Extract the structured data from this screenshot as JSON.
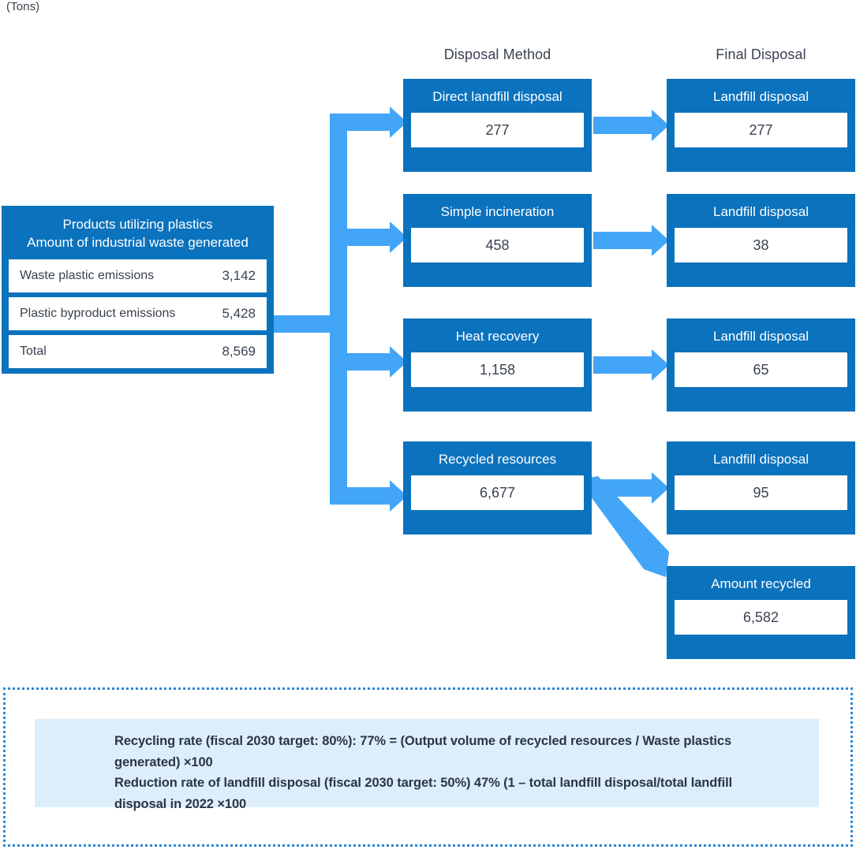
{
  "unit_label": "(Tons)",
  "colors": {
    "card_blue": "#0b72bd",
    "arrow_blue": "#42a5f7",
    "note_bg": "#ddeefb",
    "note_border": "#2e86d4",
    "text_dark": "#3a4250"
  },
  "headers": {
    "disposal_method": "Disposal Method",
    "final_disposal": "Final Disposal"
  },
  "source": {
    "title_line1": "Products utilizing plastics",
    "title_line2": "Amount of industrial waste generated",
    "rows": [
      {
        "label": "Waste plastic emissions",
        "value": "3,142"
      },
      {
        "label": "Plastic byproduct emissions",
        "value": "5,428"
      },
      {
        "label": "Total",
        "value": "8,569"
      }
    ]
  },
  "disposal_methods": [
    {
      "title": "Direct landfill disposal",
      "value": "277"
    },
    {
      "title": "Simple incineration",
      "value": "458"
    },
    {
      "title": "Heat recovery",
      "value": "1,158"
    },
    {
      "title": "Recycled resources",
      "value": "6,677"
    }
  ],
  "final_disposal": [
    {
      "title": "Landfill disposal",
      "value": "277"
    },
    {
      "title": "Landfill disposal",
      "value": "38"
    },
    {
      "title": "Landfill disposal",
      "value": "65"
    },
    {
      "title": "Landfill disposal",
      "value": "95"
    },
    {
      "title": "Amount recycled",
      "value": "6,582"
    }
  ],
  "footnote": {
    "line1": "Recycling rate (fiscal 2030 target: 80%): 77% = (Output volume of recycled resources / Waste plastics generated) ×100",
    "line2": "Reduction rate of landfill disposal (fiscal 2030 target: 50%) 47% (1 – total landfill disposal/total landfill disposal in 2022 ×100"
  },
  "chart_data": {
    "type": "diagram",
    "title": "Plastic waste material flow",
    "unit": "Tons",
    "nodes": [
      {
        "id": "source",
        "label": "Products utilizing plastics / Amount of industrial waste generated",
        "total": 8569,
        "breakdown": [
          {
            "label": "Waste plastic emissions",
            "value": 3142
          },
          {
            "label": "Plastic byproduct emissions",
            "value": 5428
          }
        ]
      },
      {
        "id": "direct-landfill",
        "label": "Direct landfill disposal",
        "value": 277
      },
      {
        "id": "simple-incineration",
        "label": "Simple incineration",
        "value": 458
      },
      {
        "id": "heat-recovery",
        "label": "Heat recovery",
        "value": 1158
      },
      {
        "id": "recycled-resources",
        "label": "Recycled resources",
        "value": 6677
      },
      {
        "id": "landfill-1",
        "label": "Landfill disposal",
        "value": 277
      },
      {
        "id": "landfill-2",
        "label": "Landfill disposal",
        "value": 38
      },
      {
        "id": "landfill-3",
        "label": "Landfill disposal",
        "value": 65
      },
      {
        "id": "landfill-4",
        "label": "Landfill disposal",
        "value": 95
      },
      {
        "id": "amount-recycled",
        "label": "Amount recycled",
        "value": 6582
      }
    ],
    "links": [
      {
        "from": "source",
        "to": "direct-landfill"
      },
      {
        "from": "source",
        "to": "simple-incineration"
      },
      {
        "from": "source",
        "to": "heat-recovery"
      },
      {
        "from": "source",
        "to": "recycled-resources"
      },
      {
        "from": "direct-landfill",
        "to": "landfill-1"
      },
      {
        "from": "simple-incineration",
        "to": "landfill-2"
      },
      {
        "from": "heat-recovery",
        "to": "landfill-3"
      },
      {
        "from": "recycled-resources",
        "to": "landfill-4"
      },
      {
        "from": "recycled-resources",
        "to": "amount-recycled"
      }
    ],
    "metrics": [
      {
        "name": "Recycling rate",
        "target_fiscal_2030": "80%",
        "actual": "77%"
      },
      {
        "name": "Reduction rate of landfill disposal",
        "target_fiscal_2030": "50%",
        "actual": "47%"
      }
    ]
  }
}
